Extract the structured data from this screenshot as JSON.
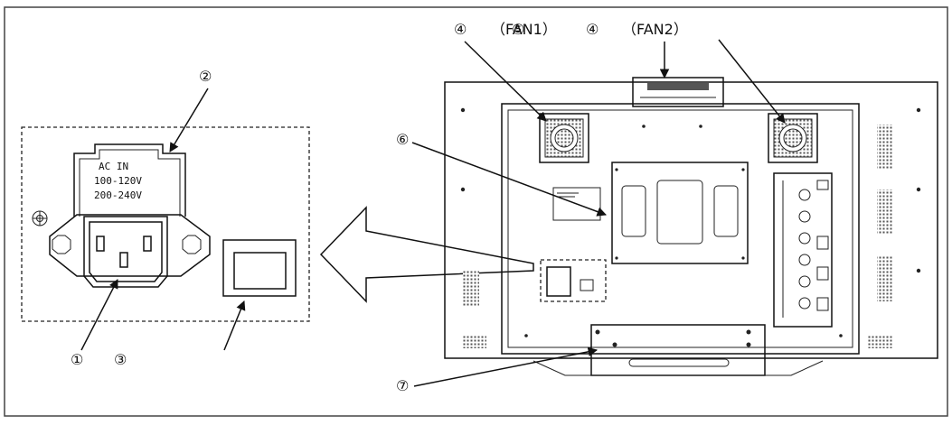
{
  "callouts": {
    "n1": "①",
    "n2": "②",
    "n3": "③",
    "n4a": "④",
    "n4b": "④",
    "n5": "⑤",
    "n6": "⑥",
    "n7": "⑦",
    "fan1": "（FAN1）",
    "fan2": "（FAN2）"
  },
  "panel": {
    "ac_in": "AC IN",
    "voltage_low": "100-120V",
    "voltage_high": "200-240V"
  }
}
